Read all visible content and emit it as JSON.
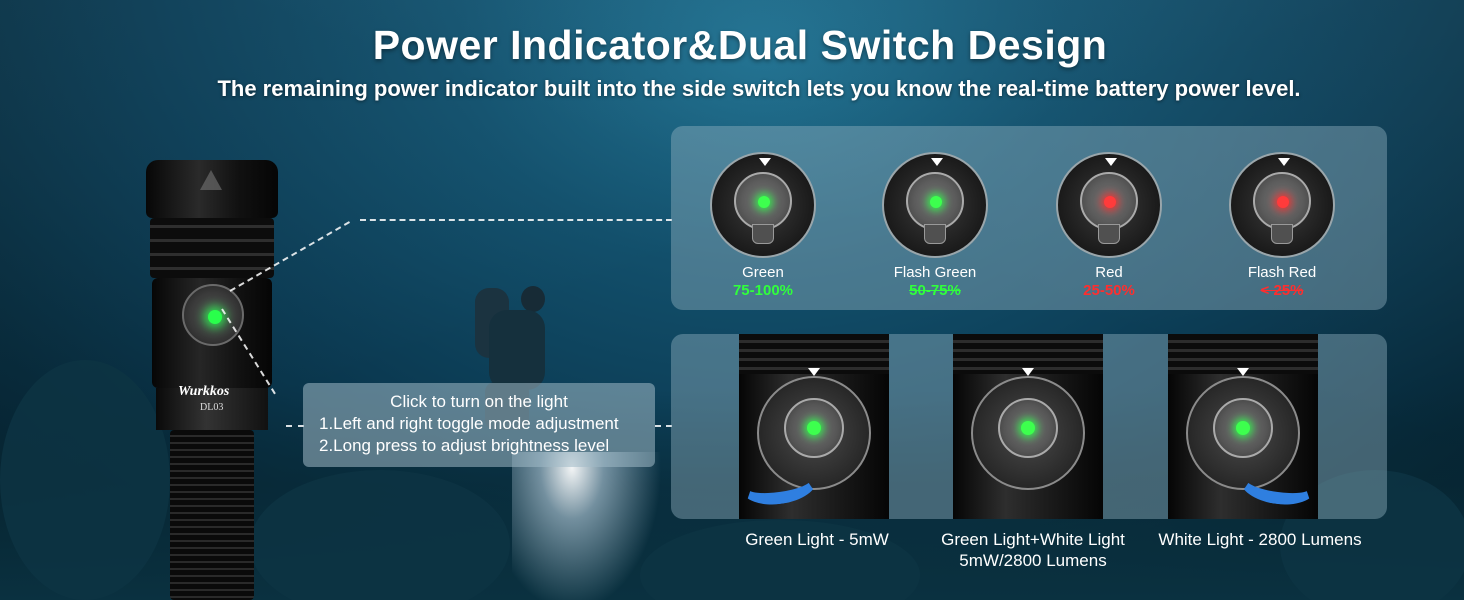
{
  "header": {
    "title": "Power Indicator&Dual Switch Design",
    "subtitle": "The remaining power indicator built into the side switch lets you know the real-time battery power level."
  },
  "flashlight": {
    "brand": "Wurkkos",
    "model": "DL03"
  },
  "indicators": [
    {
      "name": "Green",
      "level": "75-100%",
      "color": "#30ff3c"
    },
    {
      "name": "Flash Green",
      "level": "50-75%",
      "color": "#30ff3c"
    },
    {
      "name": "Red",
      "level": "25-50%",
      "color": "#ff2e2e"
    },
    {
      "name": "Flash Red",
      "level": "< 25%",
      "color": "#ff2e2e"
    }
  ],
  "switch_info": {
    "line1": "Click to turn on the light",
    "line2": "1.Left and right toggle mode adjustment",
    "line3": "2.Long press to adjust brightness level"
  },
  "modes": [
    {
      "line1": "Green Light - 5mW",
      "line2": ""
    },
    {
      "line1": "Green Light+White Light",
      "line2": "5mW/2800 Lumens"
    },
    {
      "line1": "White Light - 2800 Lumens",
      "line2": ""
    }
  ],
  "colors": {
    "accent_green": "#30ff3c",
    "accent_red": "#ff2e2e",
    "arrow_blue": "#2f7fe0"
  }
}
